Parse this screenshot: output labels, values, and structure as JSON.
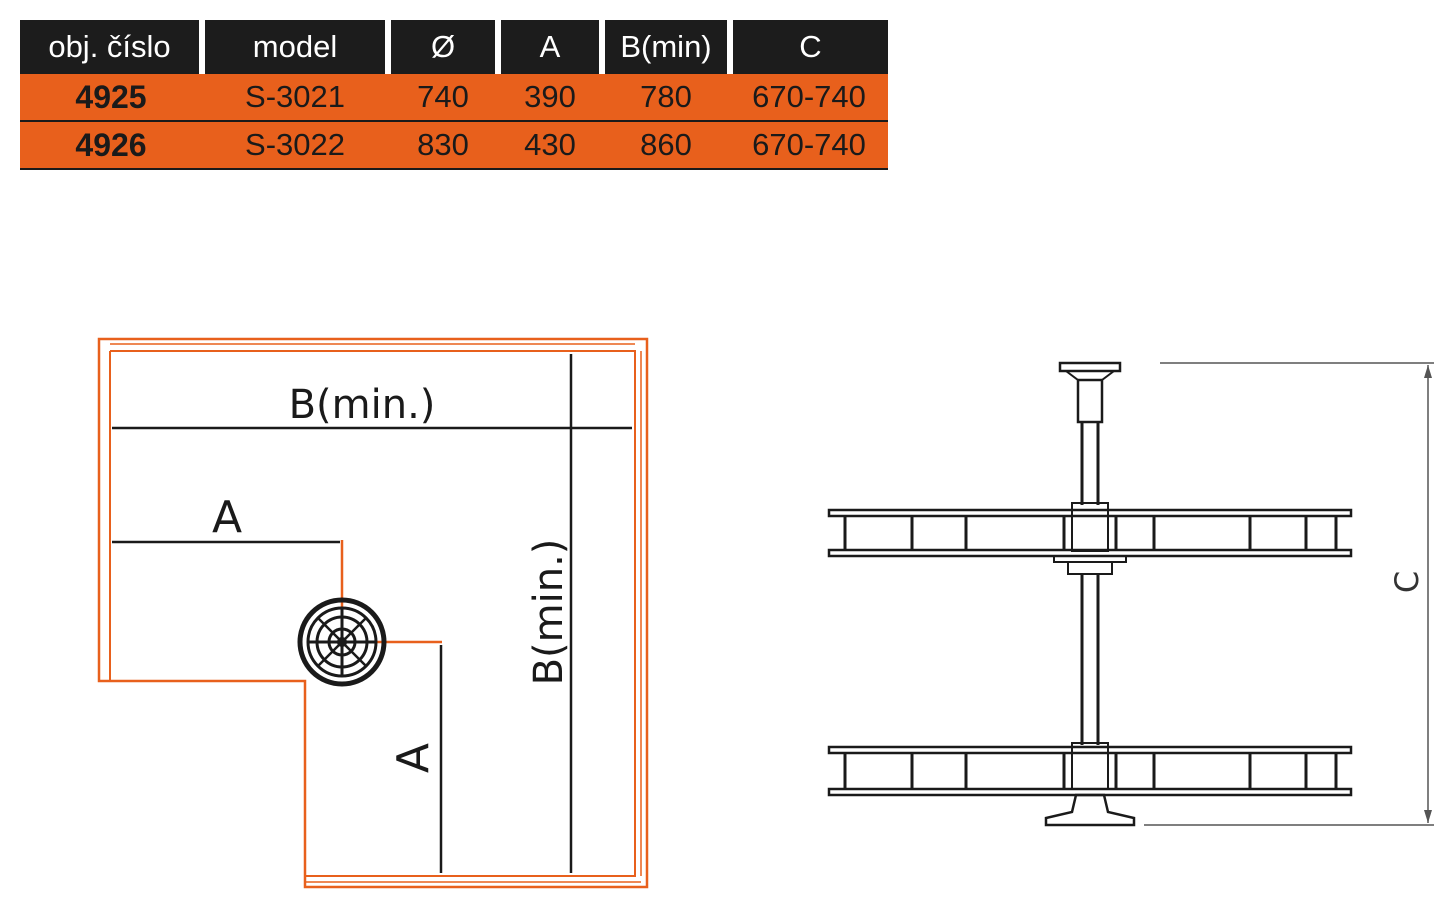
{
  "table": {
    "headers": [
      "obj. číslo",
      "model",
      "Ø",
      "A",
      "B(min)",
      "C"
    ],
    "rows": [
      [
        "4925",
        "S-3021",
        "740",
        "390",
        "780",
        "670-740"
      ],
      [
        "4926",
        "S-3022",
        "830",
        "430",
        "860",
        "670-740"
      ]
    ]
  },
  "plan_view": {
    "label_b_horizontal": "B(min.)",
    "label_b_vertical": "B(min.)",
    "label_a_horizontal": "A",
    "label_a_vertical": "A"
  },
  "side_view": {
    "label_c": "C"
  },
  "colors": {
    "accent": "#e8601c",
    "header_bg": "#1c1c1c",
    "line": "#1a1a1a"
  }
}
